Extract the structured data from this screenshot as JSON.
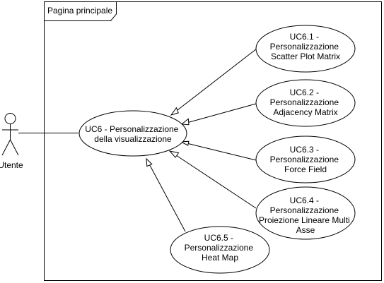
{
  "frame": {
    "title": "Pagina principale"
  },
  "actor": {
    "label": "Utente"
  },
  "use_cases": {
    "main": {
      "lines": [
        "UC6 - Personalizzazione",
        "della visualizzazione"
      ]
    },
    "uc61": {
      "lines": [
        "UC6.1 -",
        "Personalizzazione",
        "Scatter Plot Matrix"
      ]
    },
    "uc62": {
      "lines": [
        "UC6.2 -",
        "Personalizzazione",
        "Adjacency Matrix"
      ]
    },
    "uc63": {
      "lines": [
        "UC6.3 -",
        "Personalizzazione",
        "Force Field"
      ]
    },
    "uc64": {
      "lines": [
        "UC6.4 -",
        "Personalizzazione",
        "Proiezione Lineare Multi",
        "Asse"
      ]
    },
    "uc65": {
      "lines": [
        "UC6.5 -",
        "Personalizzazione",
        "Heat Map"
      ]
    }
  }
}
